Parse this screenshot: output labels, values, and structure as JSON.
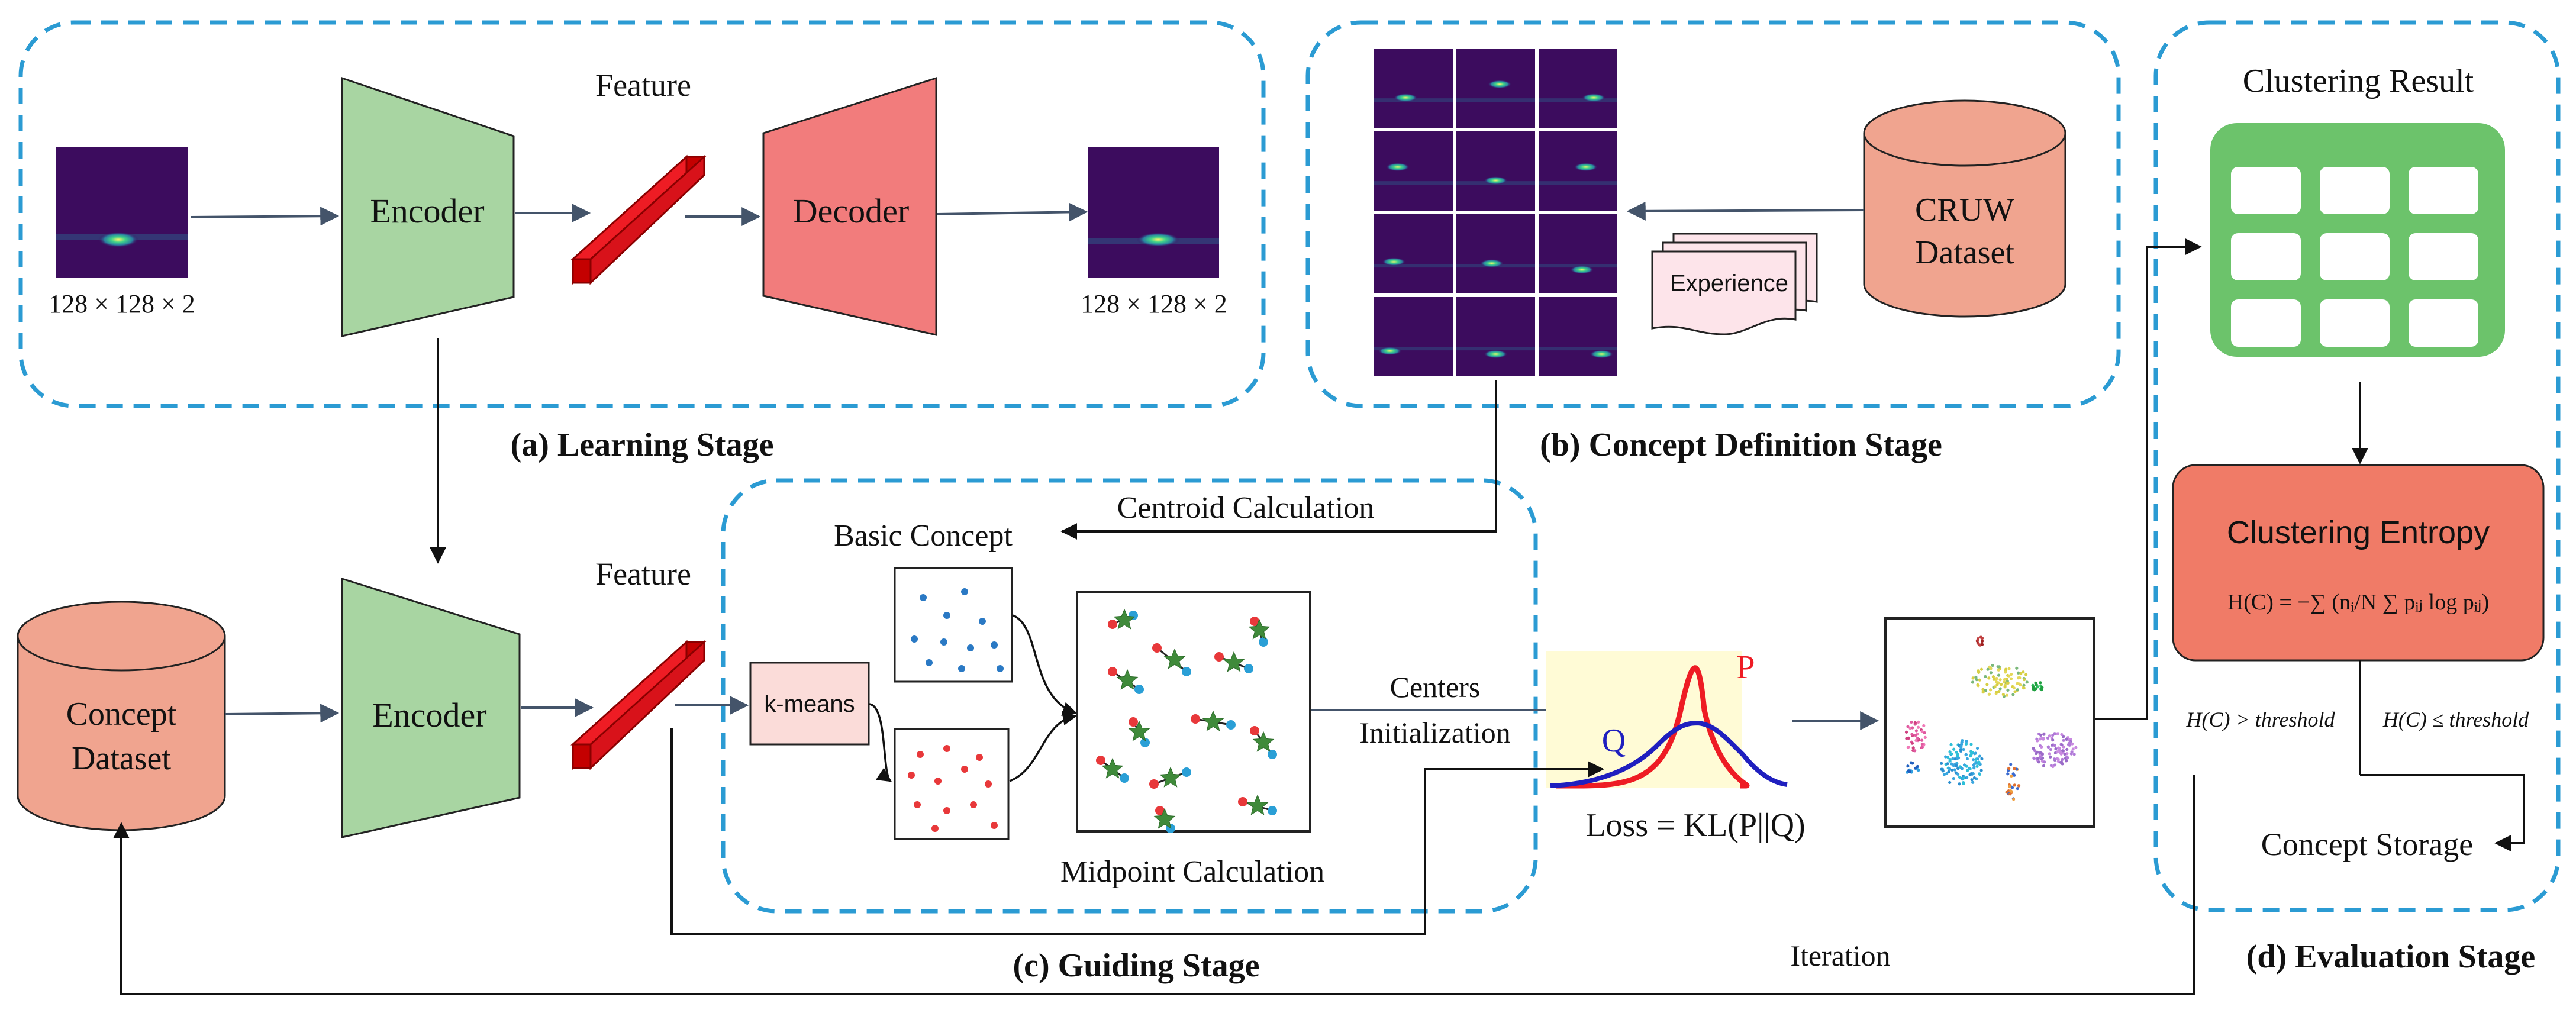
{
  "stages": {
    "learning": "(a) Learning Stage",
    "concept_definition": "(b) Concept Definition Stage",
    "guiding": "(c) Guiding Stage",
    "evaluation": "(d) Evaluation Stage"
  },
  "learning": {
    "input_size": "128 × 128 × 2",
    "output_size": "128 × 128 × 2",
    "encoder": "Encoder",
    "decoder": "Decoder",
    "feature": "Feature"
  },
  "concept_def": {
    "dataset_line1": "CRUW",
    "dataset_line2": "Dataset",
    "experience": "Experience",
    "centroid_calc": "Centroid Calculation"
  },
  "guiding": {
    "concept_dataset_line1": "Concept",
    "concept_dataset_line2": "Dataset",
    "encoder": "Encoder",
    "feature": "Feature",
    "kmeans": "k-means",
    "basic_concept": "Basic Concept",
    "midpoint_calc": "Midpoint Calculation",
    "centers_init_line1": "Centers",
    "centers_init_line2": "Initialization",
    "dist_p": "P",
    "dist_q": "Q",
    "loss": "Loss = KL(P||Q)",
    "iteration": "Iteration"
  },
  "evaluation": {
    "clustering_result": "Clustering Result",
    "clustering_entropy": "Clustering Entropy",
    "formula": "H(C) = −∑ (nᵢ/N ∑ pᵢⱼ log pᵢⱼ)",
    "cond_gt": "H(C) > threshold",
    "cond_le": "H(C) ≤ threshold",
    "concept_storage": "Concept Storage"
  },
  "colors": {
    "dash_border": "#2b9bd3",
    "encoder_fill": "#a8d5a2",
    "decoder_fill": "#f27c7c",
    "dataset_fill": "#f0a48f",
    "entropy_fill": "#f07b67",
    "grid_fill": "#6cc36b",
    "feature_red": "#ee1c24",
    "arrow": "#44546a",
    "spectrum_bg": "#3b0a5e",
    "dist_p": "#ee1c24",
    "dist_q": "#1f1fbf"
  }
}
